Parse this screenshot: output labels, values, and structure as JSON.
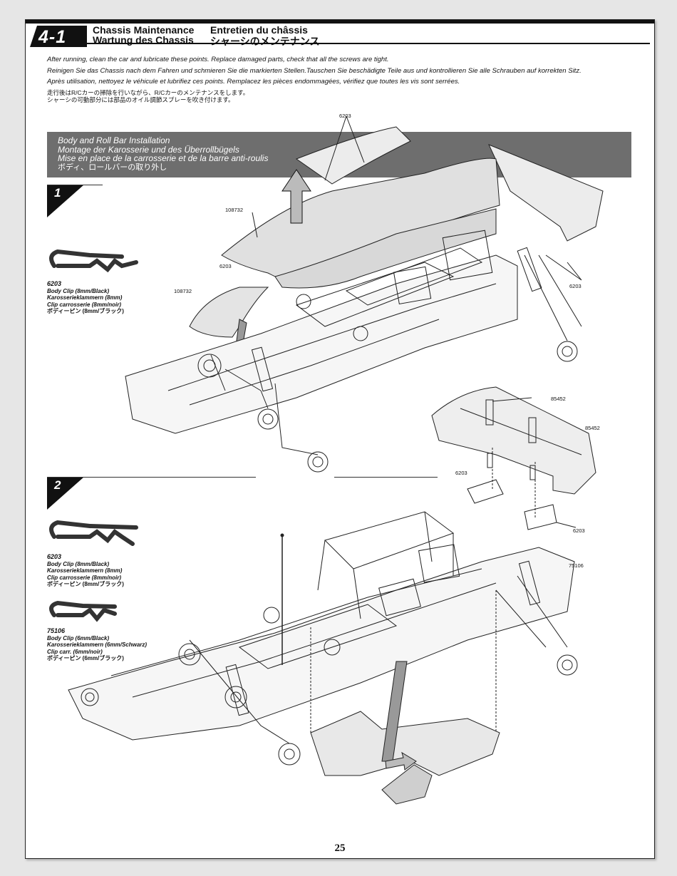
{
  "section": {
    "number": "4-1",
    "title_en": "Chassis Maintenance",
    "title_fr": "Entretien du châssis",
    "title_de": "Wartung des Chassis",
    "title_jp": "シャーシのメンテナンス"
  },
  "intro": {
    "en": "After running, clean the car and lubricate these points. Replace damaged parts, check that all the screws are tight.",
    "de": "Reinigen Sie das Chassis nach dem Fahren und schmieren Sie die markierten Stellen.Tauschen Sie beschädigte Teile aus und kontrollieren Sie alle Schrauben auf korrekten Sitz.",
    "fr": "Après utilisation, nettoyez le véhicule et lubrifiez ces points. Remplacez les pièces endommagées, vérifiez que toutes les vis sont serrées.",
    "jp1": "走行後はR/Cカーの掃除を行いながら、R/Cカーのメンテナンスをします。",
    "jp2": "シャーシの可動部分には部品のオイル調節スプレーを吹き付けます。"
  },
  "subsection": {
    "en": "Body and Roll Bar Installation",
    "de": "Montage der Karosserie und des Überrollbügels",
    "fr": "Mise en place de la carrosserie et de la barre anti-roulis",
    "jp": "ボディ、ロールバーの取り外し"
  },
  "steps": {
    "one": "1",
    "two": "2"
  },
  "parts": {
    "p6203_top": "6203",
    "p108732_a": "108732",
    "p6203_left": "6203",
    "p108732_b": "108732",
    "p6203_right": "6203",
    "p85452_a": "85452",
    "p85452_b": "85452",
    "p6203_wing": "6203",
    "p6203_wing_r": "6203",
    "p75106": "75106"
  },
  "clip1": {
    "code": "6203",
    "en": "Body Clip (8mm/Black)",
    "de": "Karosserieklammern (8mm)",
    "fr": "Clip carrosserie (8mm/noir)",
    "jp": "ボディーピン (8mm/ブラック)"
  },
  "clip2": {
    "code": "6203",
    "en": "Body Clip (8mm/Black)",
    "de": "Karosserieklammern (8mm)",
    "fr": "Clip carrosserie (8mm/noir)",
    "jp": "ボディーピン (8mm/ブラック)"
  },
  "clip3": {
    "code": "75106",
    "en": "Body Clip (6mm/Black)",
    "de": "Karosserieklammern (6mm/Schwarz)",
    "fr": "Clip carr. (6mm/noir)",
    "jp": "ボディーピン (6mm/ブラック)"
  },
  "page_number": "25"
}
